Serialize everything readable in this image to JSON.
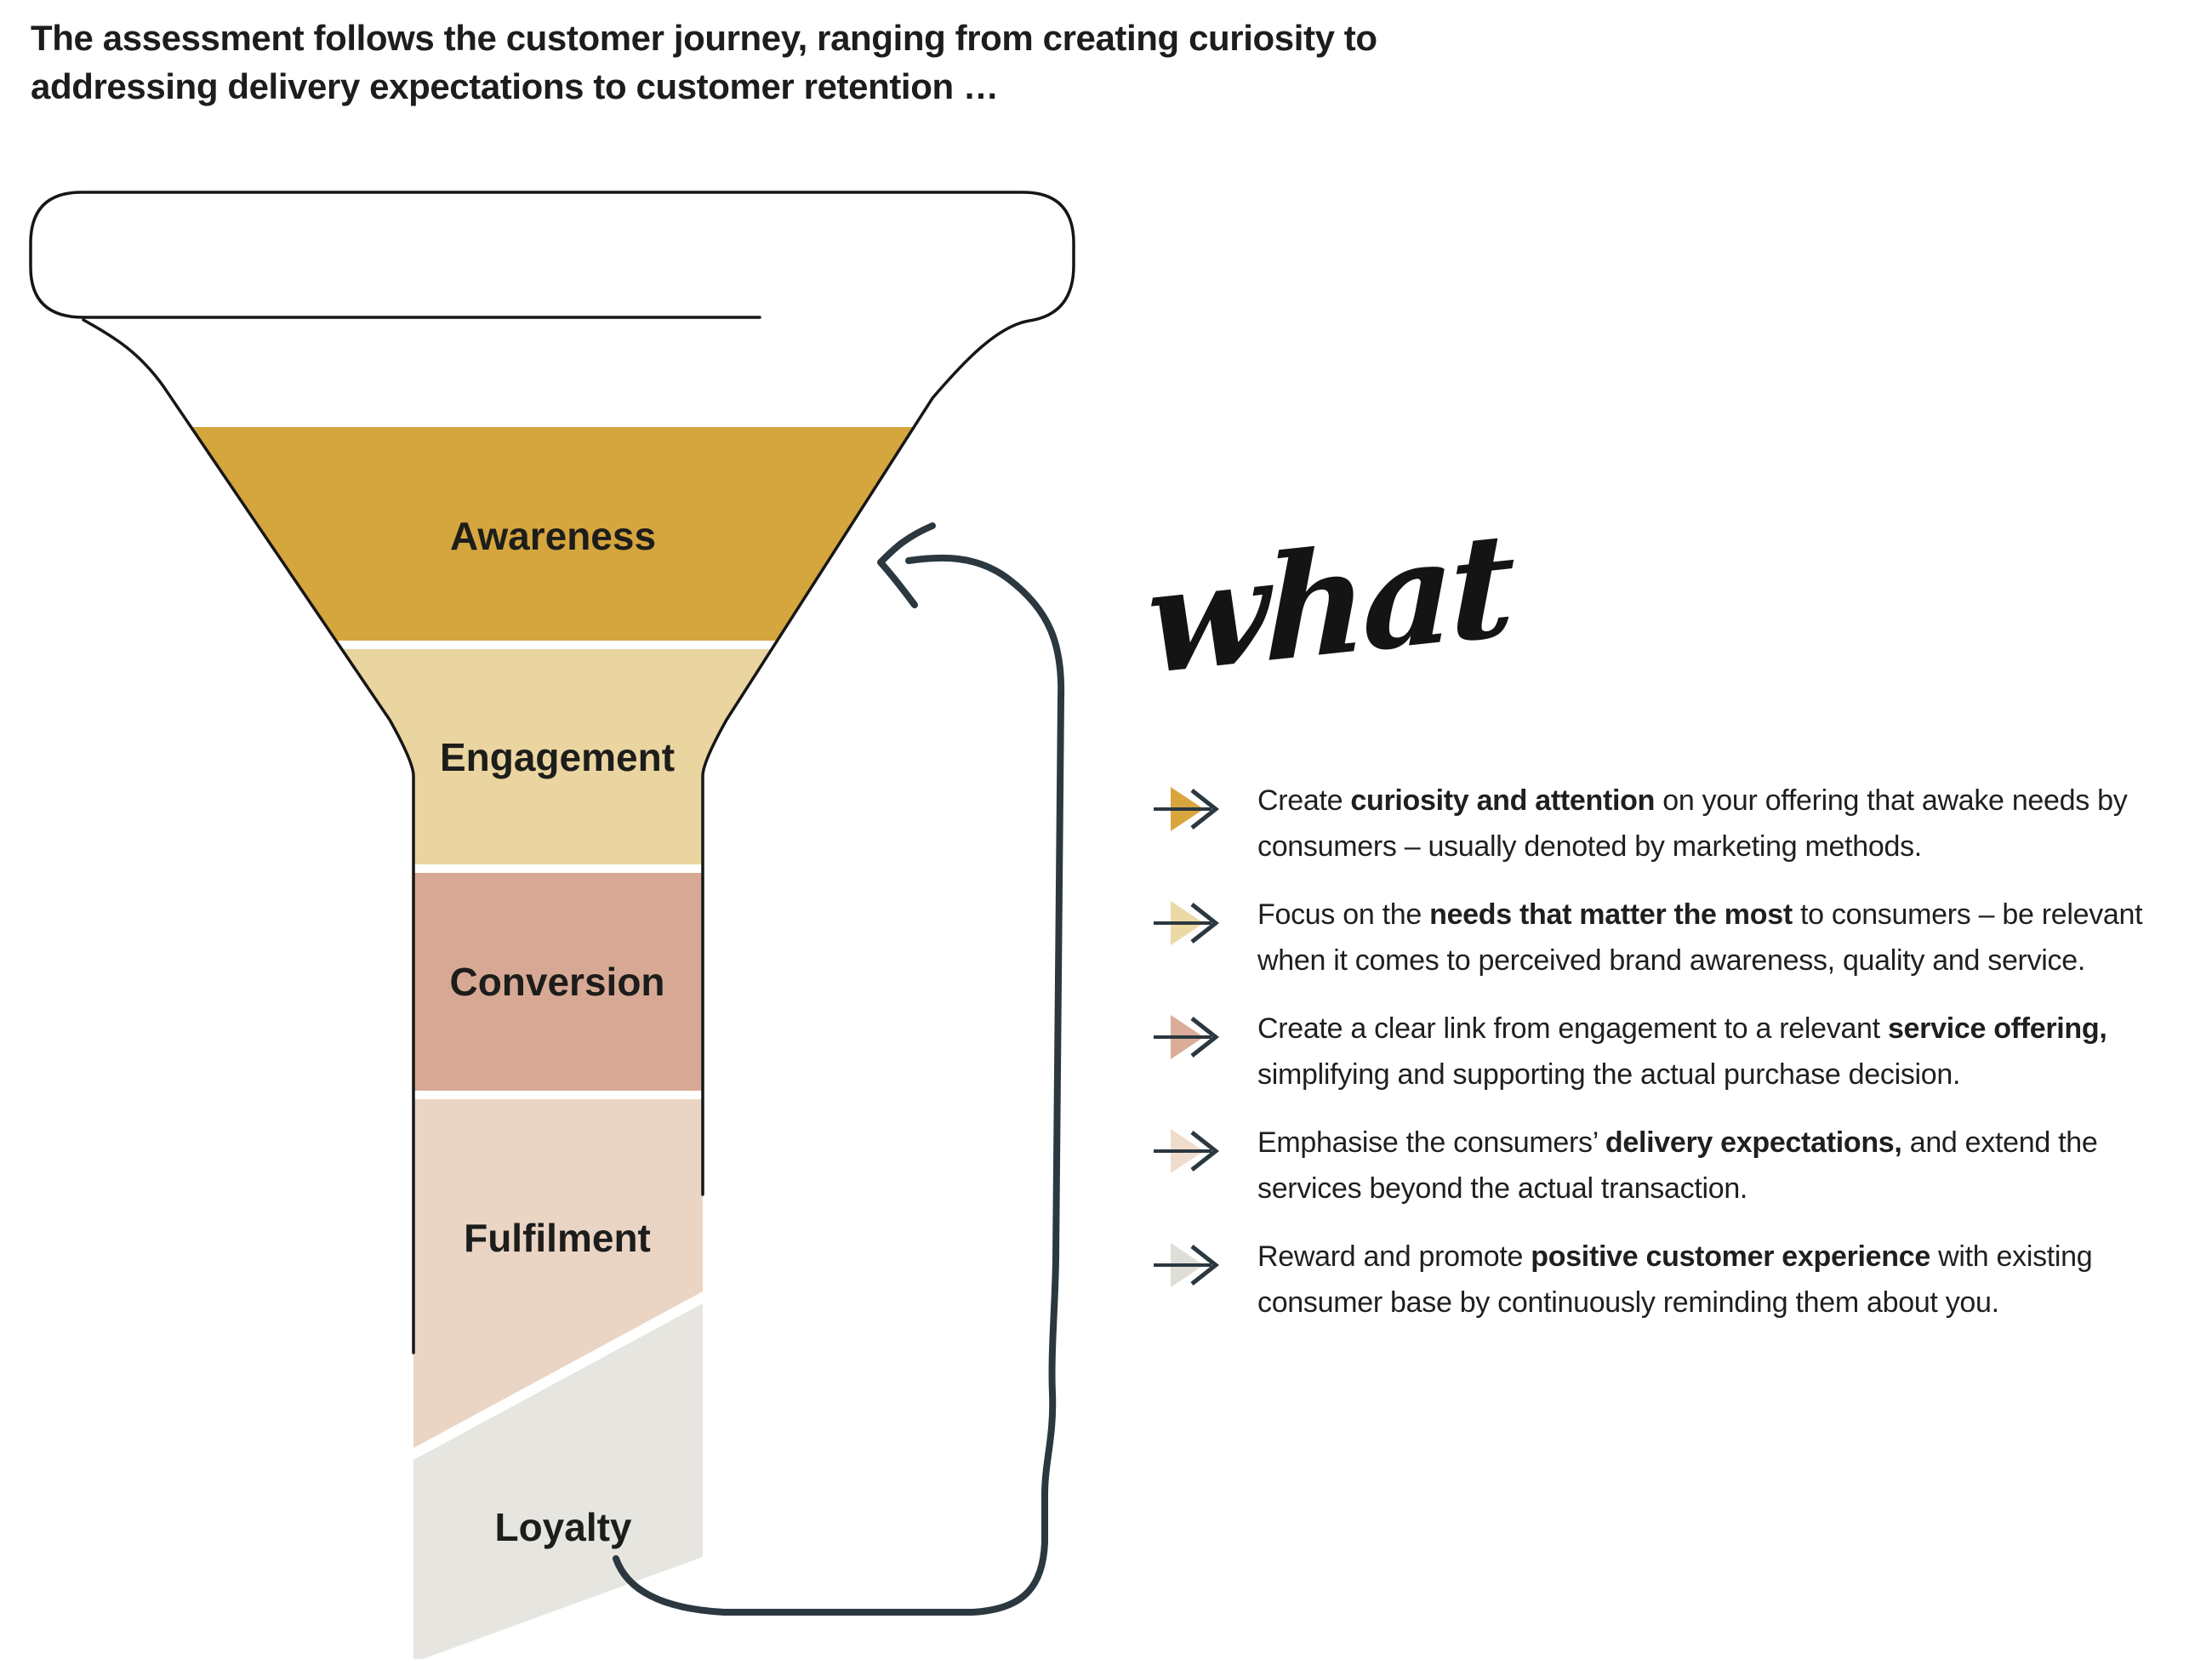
{
  "title": "The assessment follows the customer journey, ranging from creating curiosity to\naddressing delivery expectations to customer retention …",
  "annotation_label": "what",
  "funnel": {
    "stages": [
      {
        "label": "Awareness",
        "color": "#D5A53E"
      },
      {
        "label": "Engagement",
        "color": "#EAD5A0"
      },
      {
        "label": "Conversion",
        "color": "#D7A994"
      },
      {
        "label": "Fulfilment",
        "color": "#EAD5C5"
      },
      {
        "label": "Loyalty",
        "color": "#E6E5DF"
      }
    ]
  },
  "colors": {
    "arrow": "#2B3840",
    "outline": "#161616"
  },
  "bullets": [
    {
      "icon_color": "#D9A63E",
      "lines": [
        [
          {
            "t": "Create ",
            "b": false
          },
          {
            "t": "curiosity and attention",
            "b": true
          },
          {
            "t": " on your offering that awake needs by",
            "b": false
          }
        ],
        [
          {
            "t": "consumers – usually denoted by marketing methods.",
            "b": false
          }
        ]
      ]
    },
    {
      "icon_color": "#EDD9A6",
      "lines": [
        [
          {
            "t": "Focus on the ",
            "b": false
          },
          {
            "t": "needs that matter the most",
            "b": true
          },
          {
            "t": " to consumers – be relevant",
            "b": false
          }
        ],
        [
          {
            "t": "when it comes to perceived brand awareness, quality and service.",
            "b": false
          }
        ]
      ]
    },
    {
      "icon_color": "#DBAD99",
      "lines": [
        [
          {
            "t": "Create a clear link from engagement to a relevant ",
            "b": false
          },
          {
            "t": "service offering,",
            "b": true
          }
        ],
        [
          {
            "t": "simplifying and supporting the actual purchase decision.",
            "b": false
          }
        ]
      ]
    },
    {
      "icon_color": "#EFDCCC",
      "lines": [
        [
          {
            "t": "Emphasise the consumers’ ",
            "b": false
          },
          {
            "t": "delivery expectations,",
            "b": true
          },
          {
            "t": " and extend the",
            "b": false
          }
        ],
        [
          {
            "t": "services beyond the actual transaction.",
            "b": false
          }
        ]
      ]
    },
    {
      "icon_color": "#DEDED7",
      "lines": [
        [
          {
            "t": "Reward and promote ",
            "b": false
          },
          {
            "t": "positive customer experience",
            "b": true
          },
          {
            "t": " with existing",
            "b": false
          }
        ],
        [
          {
            "t": "consumer base by continuously reminding them about you.",
            "b": false
          }
        ]
      ]
    }
  ]
}
